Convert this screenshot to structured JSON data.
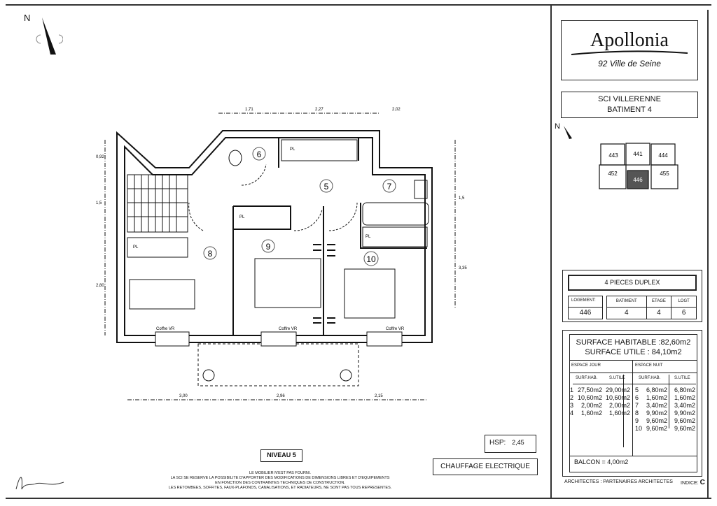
{
  "north_label": "N",
  "plan": {
    "rooms": [
      "6",
      "5",
      "7",
      "8",
      "9",
      "10"
    ],
    "placard_label": "PL",
    "coffre_label": "Coffre VR",
    "dims_top": [
      "1,71",
      "2,27",
      "2,02"
    ],
    "dims_bottom": [
      "3,00",
      "2,96",
      "2,15"
    ],
    "dims_left": [
      "0,92",
      "1,5",
      "2,80"
    ],
    "dims_right": [
      "1,5",
      "3,35"
    ]
  },
  "level_label": "NIVEAU 5",
  "disclaimer": [
    "LE MOBILIER N'EST PAS FOURNI.",
    "LA SCI SE RESERVE LA POSSIBILITE D'APPORTER DES MODIFICATIONS DE DIMENSIONS LIBRES ET D'EQUIPEMENTS",
    "EN FONCTION DES CONTRAINTES TECHNIQUES DE CONSTRUCTION.",
    "LES RETOMBEES, SOFFITES, FAUX-PLAFONDS, CANALISATIONS, ET RADIATEURS, NE SONT PAS TOUS REPRESENTES."
  ],
  "hsp_label": "HSP:",
  "hsp_value": "2,45",
  "heating": "CHAUFFAGE ELECTRIQUE",
  "brand": {
    "name": "Apollonia",
    "location": "92 Ville de Seine"
  },
  "project": {
    "line1": "SCI VILLERENNE",
    "line2": "BATIMENT 4"
  },
  "keyplan": {
    "units": [
      "443",
      "441",
      "444",
      "452",
      "446",
      "455"
    ]
  },
  "type": "4 PIECES DUPLEX",
  "ids": {
    "headers": [
      "LOGEMENT:",
      "BATIMENT",
      "ETAGE",
      "LOGT"
    ],
    "values": [
      "446",
      "4",
      "4",
      "6"
    ]
  },
  "surfaces": {
    "habitable": "SURFACE HABITABLE :82,60m2",
    "utile": "SURFACE UTILE : 84,10m2",
    "jour_label": "ESPACE JOUR",
    "nuit_label": "ESPACE NUIT",
    "col_hab": "SURF.HAB.",
    "col_util": "S.UTILE",
    "jour": [
      [
        "1",
        "27,50m2",
        "29,00m2"
      ],
      [
        "2",
        "10,60m2",
        "10,60m2"
      ],
      [
        "3",
        "2,00m2",
        "2,00m2"
      ],
      [
        "4",
        "1,60m2",
        "1,60m2"
      ]
    ],
    "nuit": [
      [
        "5",
        "6,80m2",
        "6,80m2"
      ],
      [
        "6",
        "1,60m2",
        "1,60m2"
      ],
      [
        "7",
        "3,40m2",
        "3,40m2"
      ],
      [
        "8",
        "9,90m2",
        "9,90m2"
      ],
      [
        "9",
        "9,60m2",
        "9,60m2"
      ],
      [
        "10",
        "9,60m2",
        "9,60m2"
      ]
    ],
    "balcon": "BALCON = 4,00m2"
  },
  "architect": "ARCHITECTES : PARTENAIRES ARCHITECTES",
  "indice_label": "INDICE:",
  "indice_value": "C"
}
